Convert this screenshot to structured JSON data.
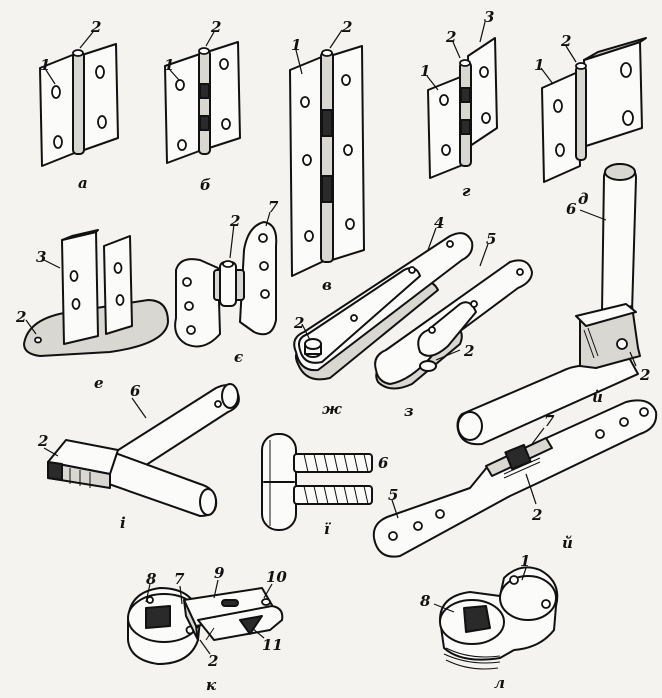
{
  "figure": {
    "captions": {
      "a": "а",
      "b": "б",
      "v": "в",
      "g": "г",
      "d": "д",
      "e": "е",
      "ye": "є",
      "zh": "ж",
      "z": "з",
      "i_top": "й",
      "i": "і",
      "yi": "ї",
      "i_bottom": "й",
      "k": "к",
      "l": "л"
    },
    "labels": {
      "a_1": "1",
      "a_2": "2",
      "b_1": "1",
      "b_2": "2",
      "v_1": "1",
      "v_2": "2",
      "g_1": "1",
      "g_2": "2",
      "g_3": "3",
      "d_1": "1",
      "d_2": "2",
      "e_3": "3",
      "e_2": "2",
      "ye_2": "2",
      "ye_7": "7",
      "zh_4": "4",
      "zh_2": "2",
      "z_5": "5",
      "z_2": "2",
      "itop_6": "6",
      "itop_2": "2",
      "i_6": "6",
      "i_2": "2",
      "yi_6": "6",
      "ibot_7": "7",
      "ibot_5": "5",
      "ibot_2": "2",
      "k_8": "8",
      "k_7": "7",
      "k_9": "9",
      "k_10": "10",
      "k_11": "11",
      "k_2": "2",
      "l_1": "1",
      "l_8": "8"
    }
  }
}
